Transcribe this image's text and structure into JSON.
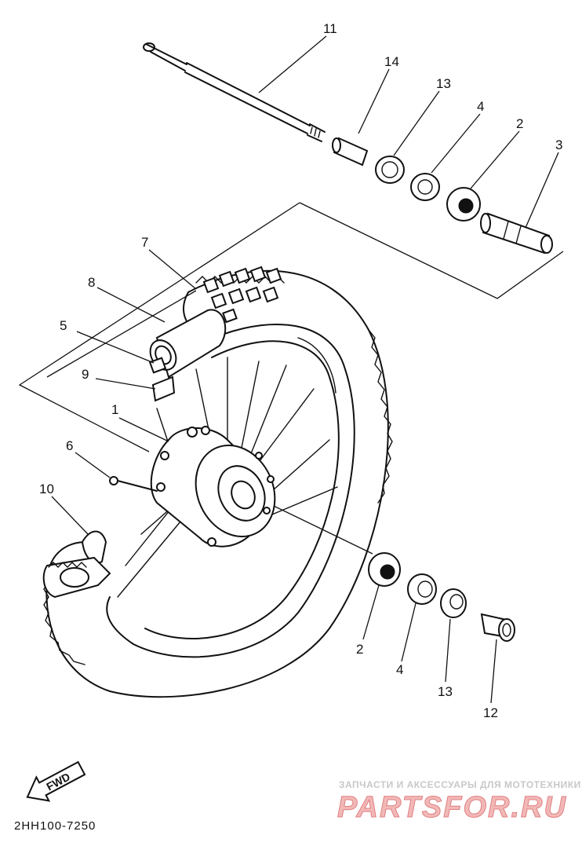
{
  "diagram": {
    "drawing_code": "2HH100-7250",
    "fwd_label": "FWD",
    "callouts": [
      "11",
      "14",
      "13",
      "4",
      "2",
      "3",
      "7",
      "8",
      "5",
      "9",
      "1",
      "6",
      "10",
      "2",
      "4",
      "13",
      "12"
    ]
  },
  "watermark": {
    "tagline": "ЗАПЧАСТИ И АКСЕССУАРЫ ДЛЯ МОТОТЕХНИКИ",
    "brand": "PARTSFOR.RU",
    "brand_color": "#e07f7f"
  }
}
